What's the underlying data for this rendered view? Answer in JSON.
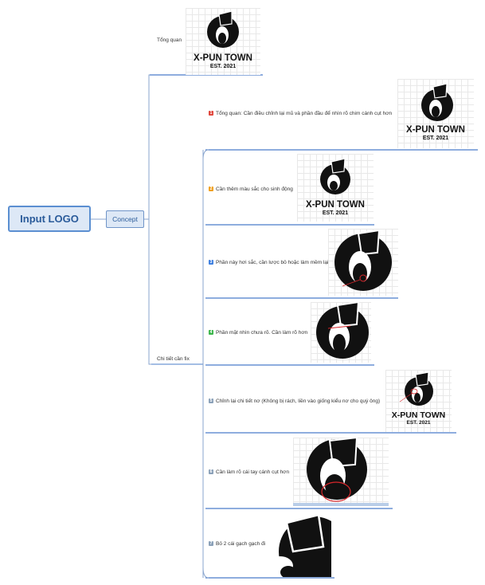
{
  "root": {
    "label": "Input LOGO"
  },
  "concept": {
    "label": "Concept"
  },
  "branches": {
    "overview": {
      "label": "Tổng quan"
    },
    "details": {
      "label": "Chi tiết cần fix"
    }
  },
  "brand": {
    "name": "X-PUN TOWN",
    "est": "EST. 2021"
  },
  "items": [
    {
      "num": "1",
      "color": "#e0453a",
      "text": "Tổng quan: Cần điều chỉnh lại mũ và phần đầu để nhìn rõ chim cánh cụt hơn"
    },
    {
      "num": "2",
      "color": "#f0a020",
      "text": "Cần thêm màu sắc cho sinh động"
    },
    {
      "num": "3",
      "color": "#3d7fe0",
      "text": "Phần này hơi sắc, cần lược bỏ hoặc làm mềm lại"
    },
    {
      "num": "4",
      "color": "#3ab54a",
      "text": "Phần mặt nhìn chưa rõ. Cần làm rõ hơn"
    },
    {
      "num": "5",
      "color": "#8aa0b8",
      "text": "Chỉnh lại chi tiết nơ (Không bị rách, liền vào giống kiểu nơ cho quý ông)"
    },
    {
      "num": "6",
      "color": "#8aa0b8",
      "text": "Cần làm rõ cái tay cánh cụt hơn"
    },
    {
      "num": "7",
      "color": "#8aa0b8",
      "text": "Bỏ 2 cái gạch gạch đi"
    }
  ],
  "colors": {
    "line": "#4a7cc9",
    "node_fill": "#dde8f6",
    "node_border": "#5b8fd1",
    "annotation": "#d8262b"
  }
}
